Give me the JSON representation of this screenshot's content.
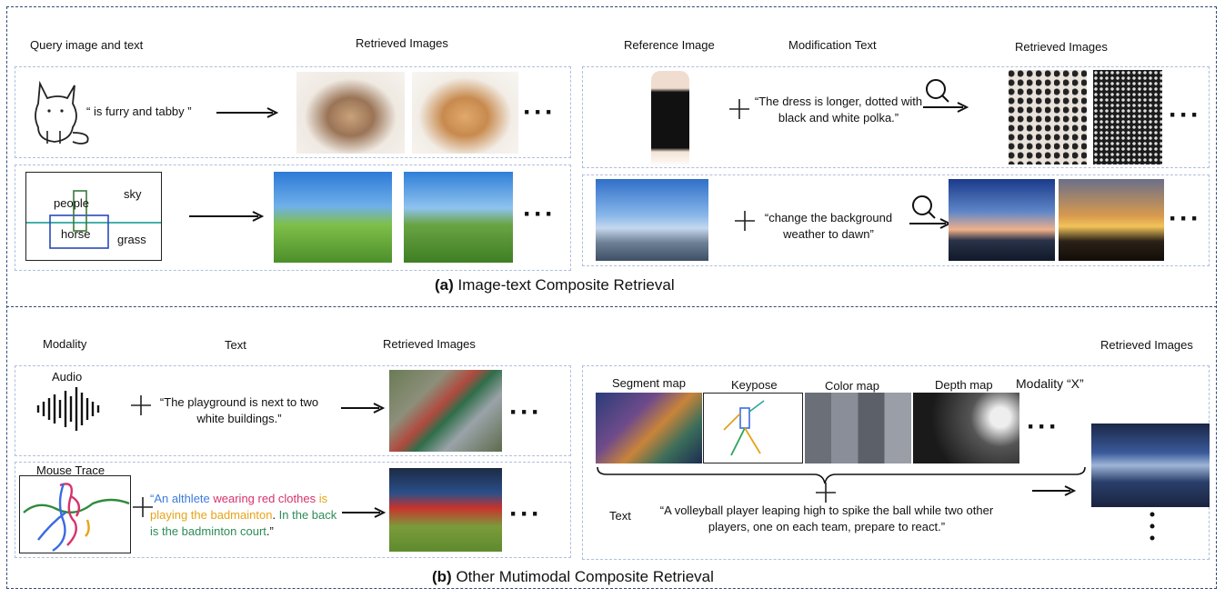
{
  "section_a": {
    "caption_letter": "(a)",
    "caption_text": "Image-text Composite Retrieval",
    "left": {
      "header_query": "Query image and text",
      "header_retrieved": "Retrieved Images",
      "row1_text": "“ is furry and tabby ”",
      "sketch_labels": {
        "people": "people",
        "sky": "sky",
        "horse": "horse",
        "grass": "grass"
      }
    },
    "right": {
      "header_reference": "Reference Image",
      "header_modification": "Modification Text",
      "header_retrieved": "Retrieved Images",
      "row1_text": "“The dress is longer, dotted with black and white polka.”",
      "row2_text": "“change the background weather to dawn”"
    }
  },
  "section_b": {
    "caption_letter": "(b)",
    "caption_text": "Other Mutimodal Composite Retrieval",
    "left": {
      "header_modality": "Modality",
      "header_text": "Text",
      "header_retrieved": "Retrieved Images",
      "audio_label": "Audio",
      "row1_text": "“The playground is next to two white buildings.”",
      "mouse_label": "Mouse Trace",
      "row2_part1": "“An althlete ",
      "row2_part2": "wearing red clothes ",
      "row2_part3": "is playing the badmainton",
      "row2_part4": ". ",
      "row2_part5": "In the back is the badminton court",
      "row2_part6": ".”",
      "row2_colors": [
        "#3b7be0",
        "#d6336c",
        "#e8a317",
        "#2e8b57"
      ]
    },
    "right": {
      "header_retrieved": "Retrieved Images",
      "maps": [
        "Segment map",
        "Keypose",
        "Color map",
        "Depth map"
      ],
      "modality_x": "Modality “X”",
      "text_label": "Text",
      "text_content": "“A volleyball player leaping high to spike the ball while two other players, one on each team, prepare to react.”"
    }
  },
  "ellipsis": "···"
}
